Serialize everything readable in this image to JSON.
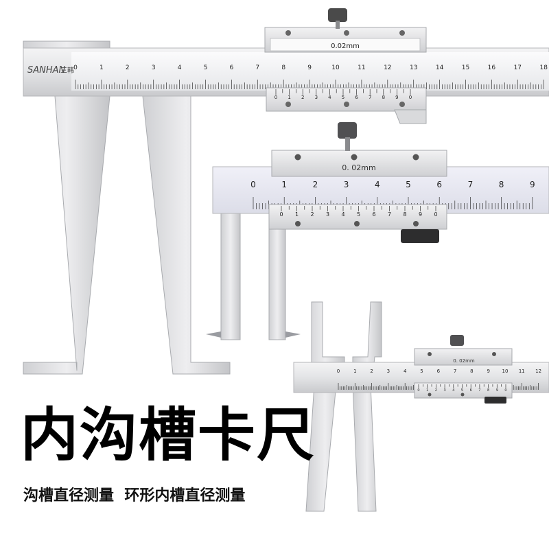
{
  "product_title": "内沟槽卡尺",
  "subtitle": "沟槽直径测量  环形内槽直径测量",
  "brand": "SANHAN",
  "brand_cn": "三韩",
  "caliper_large": {
    "resolution": "0.02mm",
    "scale": [
      "0",
      "1",
      "2",
      "3",
      "4",
      "5",
      "6",
      "7",
      "8",
      "9",
      "10",
      "11",
      "12",
      "13",
      "14",
      "15",
      "16",
      "17",
      "18"
    ],
    "vernier": [
      "0",
      "1",
      "2",
      "3",
      "4",
      "5",
      "6",
      "7",
      "8",
      "9",
      "0"
    ]
  },
  "caliper_medium": {
    "resolution": "0. 02mm",
    "scale": [
      "0",
      "1",
      "2",
      "3",
      "4",
      "5",
      "6",
      "7",
      "8",
      "9"
    ],
    "vernier": [
      "0",
      "1",
      "2",
      "3",
      "4",
      "5",
      "6",
      "7",
      "8",
      "9",
      "0"
    ]
  },
  "caliper_small": {
    "resolution": "0. 02mm",
    "scale": [
      "0",
      "1",
      "2",
      "3",
      "4",
      "5",
      "6",
      "7",
      "8",
      "9",
      "10",
      "11",
      "12"
    ],
    "vernier": [
      "0",
      "1",
      "2",
      "3",
      "4",
      "5",
      "6",
      "7",
      "8",
      "9",
      "0"
    ]
  },
  "colors": {
    "steel_light": "#eeeeef",
    "steel_mid": "#d6d7da",
    "steel_dark": "#9a9ca1",
    "knob": "#3a3a3a",
    "text": "#000000"
  }
}
